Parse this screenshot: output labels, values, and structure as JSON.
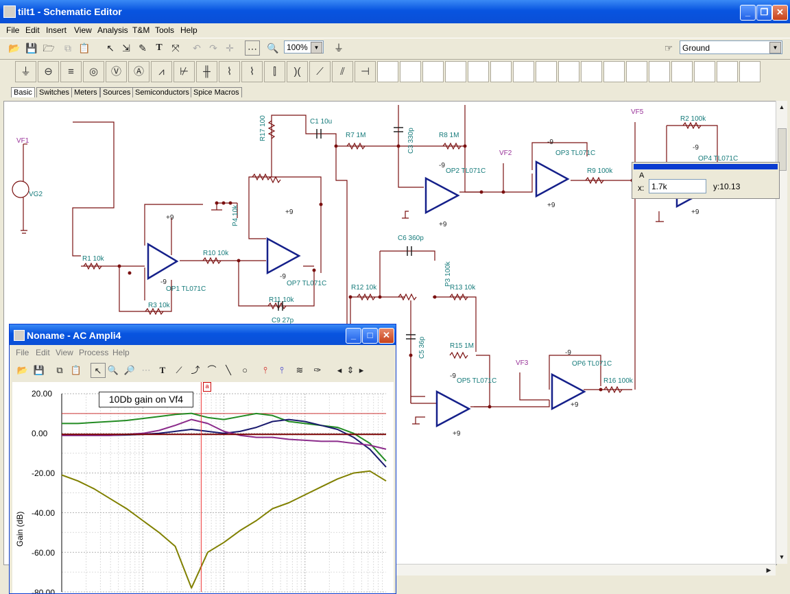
{
  "window": {
    "title": "tilt1 - Schematic Editor"
  },
  "menu": [
    "File",
    "Edit",
    "Insert",
    "View",
    "Analysis",
    "T&M",
    "Tools",
    "Help"
  ],
  "toolbar": {
    "zoom": "100%",
    "ground_select": "Ground"
  },
  "component_tabs": [
    "Basic",
    "Switches",
    "Meters",
    "Sources",
    "Semiconductors",
    "Spice Macros"
  ],
  "cursor_popup": {
    "label": "A",
    "x_label": "x:",
    "x_value": "1.7k",
    "y_label": "y:",
    "y_value": "y:10.13"
  },
  "schematic_labels": {
    "vf1": "VF1",
    "vg2": "VG2",
    "r1": "R1 10k",
    "r3": "R3 10k",
    "op1": "OP1 TL071C",
    "r10": "R10 10k",
    "op7": "OP7 TL071C",
    "r11": "R11 10k",
    "c9": "C9 27p",
    "r17": "R17 100",
    "c1": "C1 10u",
    "p4": "P4 10k",
    "r7": "R7 1M",
    "c3": "C3 330p",
    "r8": "R8 1M",
    "op2": "OP2 TL071C",
    "vf2": "VF2",
    "op3": "OP3 TL071C",
    "r9": "R9 100k",
    "vf5": "VF5",
    "r2": "R2 100k",
    "op4": "OP4 TL071C",
    "c6": "C6 360p",
    "p3": "P3 100k",
    "r12": "R12 10k",
    "r13": "R13 10k",
    "c5": "C5 36p",
    "r15": "R15 1M",
    "op5": "OP5 TL071C",
    "vf3": "VF3",
    "op6": "OP6 TL071C",
    "r16": "R16 100k",
    "p9": "+9",
    "m9": "-9"
  },
  "analysis_window": {
    "title": "Noname - AC Ampli4",
    "menu": [
      "File",
      "Edit",
      "View",
      "Process",
      "Help"
    ],
    "note": "10Db gain on Vf4",
    "cursor_tag": "a",
    "ylabel": "Gain (dB)",
    "yticks": [
      "20.00",
      "0.00",
      "-20.00",
      "-40.00",
      "-60.00",
      "-80.00"
    ]
  },
  "chart_data": {
    "type": "line",
    "title": "",
    "xlabel": "",
    "ylabel": "Gain (dB)",
    "xscale": "log",
    "ylim": [
      -80,
      20
    ],
    "x_pos": [
      0,
      0.05,
      0.1,
      0.15,
      0.2,
      0.25,
      0.3,
      0.35,
      0.4,
      0.45,
      0.5,
      0.55,
      0.6,
      0.65,
      0.7,
      0.75,
      0.8,
      0.85,
      0.9,
      0.95,
      1.0
    ],
    "cursor_x_pos": 0.43,
    "cursor_gain": 10.13,
    "hline_gain": 10,
    "series": [
      {
        "color": "#228b22",
        "values": [
          5,
          5,
          5.5,
          6,
          6.5,
          7.5,
          8.5,
          9.5,
          10.1,
          8,
          7,
          8.5,
          10,
          9,
          6,
          5,
          4,
          3,
          0,
          -5,
          -14
        ]
      },
      {
        "color": "#1a1a6e",
        "values": [
          -1,
          -1,
          -1,
          -1,
          -0.8,
          -0.5,
          0,
          1,
          2,
          1,
          0,
          1,
          3,
          6,
          7,
          6,
          4,
          2,
          -2,
          -8,
          -17
        ]
      },
      {
        "color": "#8b2b8b",
        "values": [
          -1,
          -1,
          -1,
          -1,
          -0.5,
          0,
          1.5,
          4,
          7,
          5,
          1,
          -1,
          -2,
          -2,
          -3,
          -3.5,
          -4,
          -4,
          -5,
          -6,
          -8
        ]
      },
      {
        "color": "#7a0000",
        "values": [
          -0.5,
          -0.5,
          -0.5,
          -0.5,
          -0.5,
          -0.5,
          -0.5,
          -0.5,
          -0.5,
          -0.5,
          -0.5,
          -0.5,
          -0.5,
          -0.5,
          -0.5,
          -0.5,
          -0.5,
          -0.5,
          -0.5,
          -0.5,
          -0.5
        ]
      },
      {
        "color": "#808000",
        "values": [
          -21,
          -24,
          -28,
          -33,
          -38,
          -44,
          -50,
          -57,
          -78,
          -60,
          -55,
          -49,
          -44,
          -38,
          -35,
          -31,
          -27,
          -23,
          -20,
          -19,
          -24
        ]
      }
    ]
  }
}
